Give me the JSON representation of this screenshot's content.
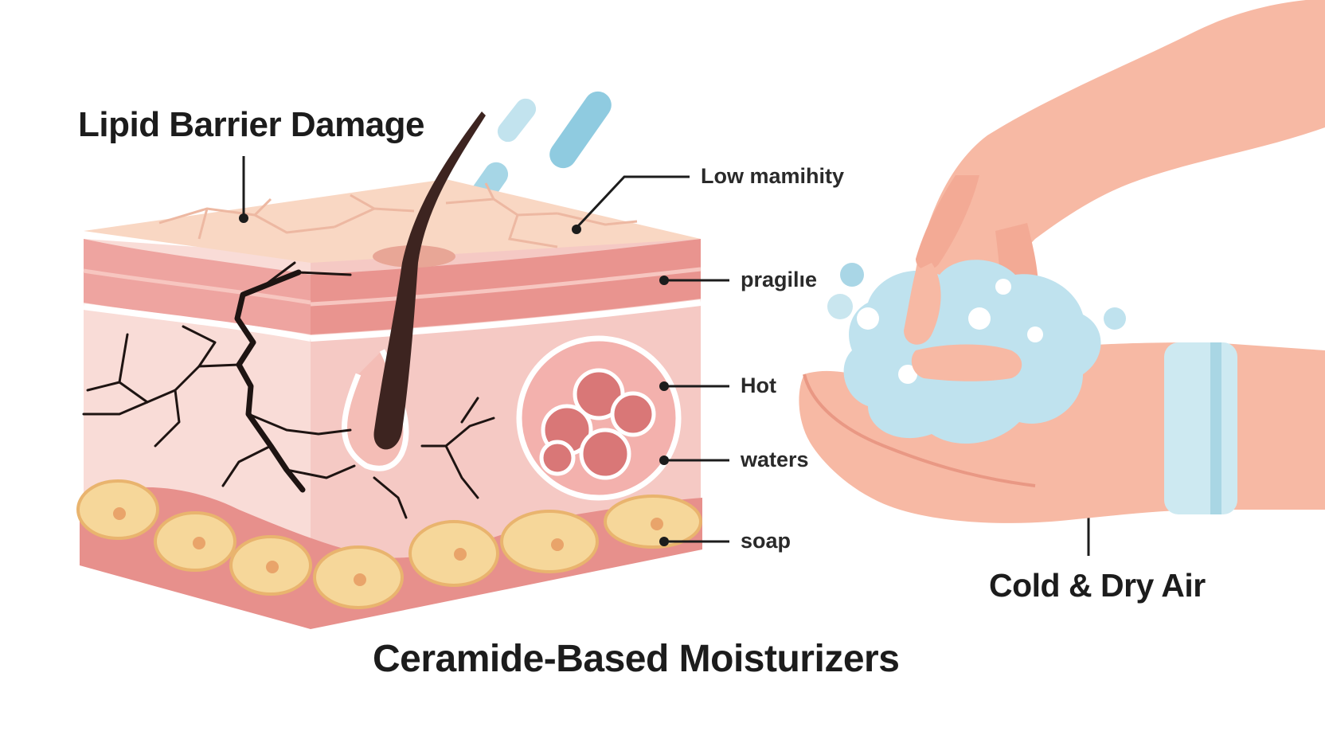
{
  "diagram": {
    "title_top_left": "Lipid Barrier Damage",
    "title_bottom": "Ceramide-Based Moisturizers",
    "title_right": "Cold & Dry Air",
    "callouts": [
      {
        "id": "low-humidity",
        "text": "Low mamihity"
      },
      {
        "id": "fragile",
        "text": "pragilıe"
      },
      {
        "id": "hot",
        "text": "Hot"
      },
      {
        "id": "waters",
        "text": "waters"
      },
      {
        "id": "soap",
        "text": "soap"
      }
    ]
  },
  "colors": {
    "skin_top": "#f9d7c3",
    "skin_layer": "#eea4a0",
    "dermis": "#f7d1cc",
    "fat": "#f6d79a",
    "hand": "#f7b9a4",
    "foam": "#bfe2ee",
    "water": "#8fcbe0",
    "hair": "#3d2420",
    "crack": "#1e1412"
  }
}
